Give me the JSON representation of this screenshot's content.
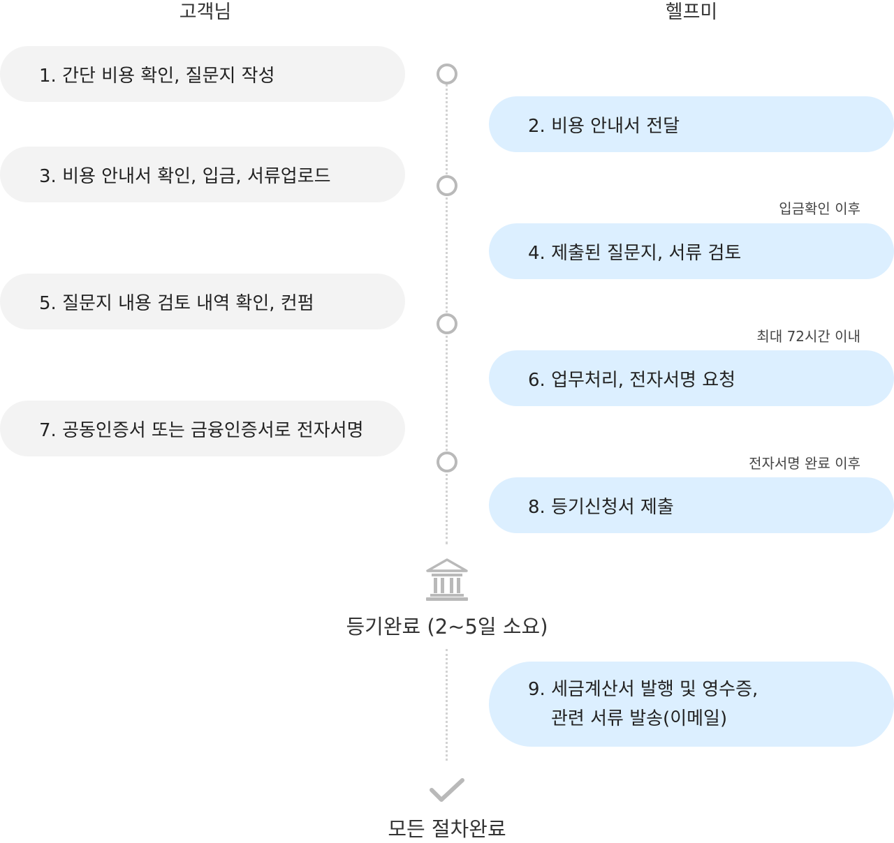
{
  "columns": {
    "customer": "고객님",
    "helpme": "헬프미"
  },
  "steps": {
    "s1": "1. 간단 비용 확인, 질문지 작성",
    "s2": "2. 비용 안내서 전달",
    "s3": "3. 비용 안내서 확인, 입금, 서류업로드",
    "s4": "4. 제출된 질문지, 서류 검토",
    "s5": "5. 질문지 내용 검토 내역 확인, 컨펌",
    "s6": "6. 업무처리, 전자서명 요청",
    "s7": "7. 공동인증서 또는 금융인증서로 전자서명",
    "s8": "8. 등기신청서 제출",
    "s9_line1": "9.  세금계산서 발행 및 영수증,",
    "s9_line2": "관련 서류 발송(이메일)"
  },
  "notes": {
    "after_payment": "입금확인 이후",
    "max_72h": "최대 72시간 이내",
    "after_signature": "전자서명 완료 이후"
  },
  "milestones": {
    "registration_done": "등기완료 (2~5일 소요)",
    "all_done": "모든 절차완료"
  },
  "icons": {
    "registry": "bank-building-icon",
    "complete": "checkmark-icon"
  },
  "colors": {
    "customer_pill": "#f3f3f3",
    "helpme_pill": "#dcefff",
    "timeline": "#b9b9b9"
  }
}
